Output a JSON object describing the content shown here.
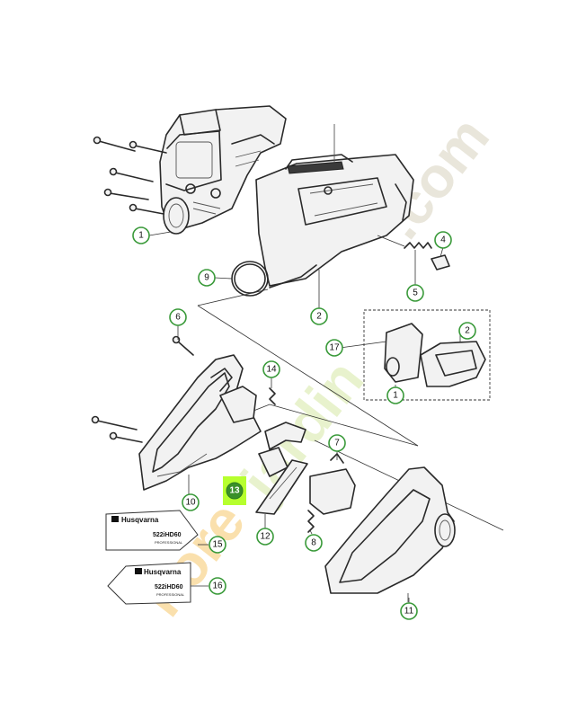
{
  "callouts": {
    "c1": "1",
    "c2": "2",
    "c4": "4",
    "c5": "5",
    "c6": "6",
    "c7": "7",
    "c8": "8",
    "c9": "9",
    "c10": "10",
    "c11": "11",
    "c12": "12",
    "c13": "13",
    "c14": "14",
    "c15": "15",
    "c16": "16",
    "c17": "17",
    "c2b": "2",
    "c1b": "1"
  },
  "decals": {
    "brand": "Husqvarna",
    "model": "522iHD60",
    "grade": "PROFESSIONAL"
  },
  "watermark": {
    "text": "Forestjardin.com",
    "colors": [
      "#f6a623",
      "#d7e9a6",
      "#cfc8b2"
    ]
  },
  "colors": {
    "callout_ring": "#3a9a3a",
    "highlight_bg": "#b6ff2e",
    "highlight_badge": "#3a8f2a"
  }
}
